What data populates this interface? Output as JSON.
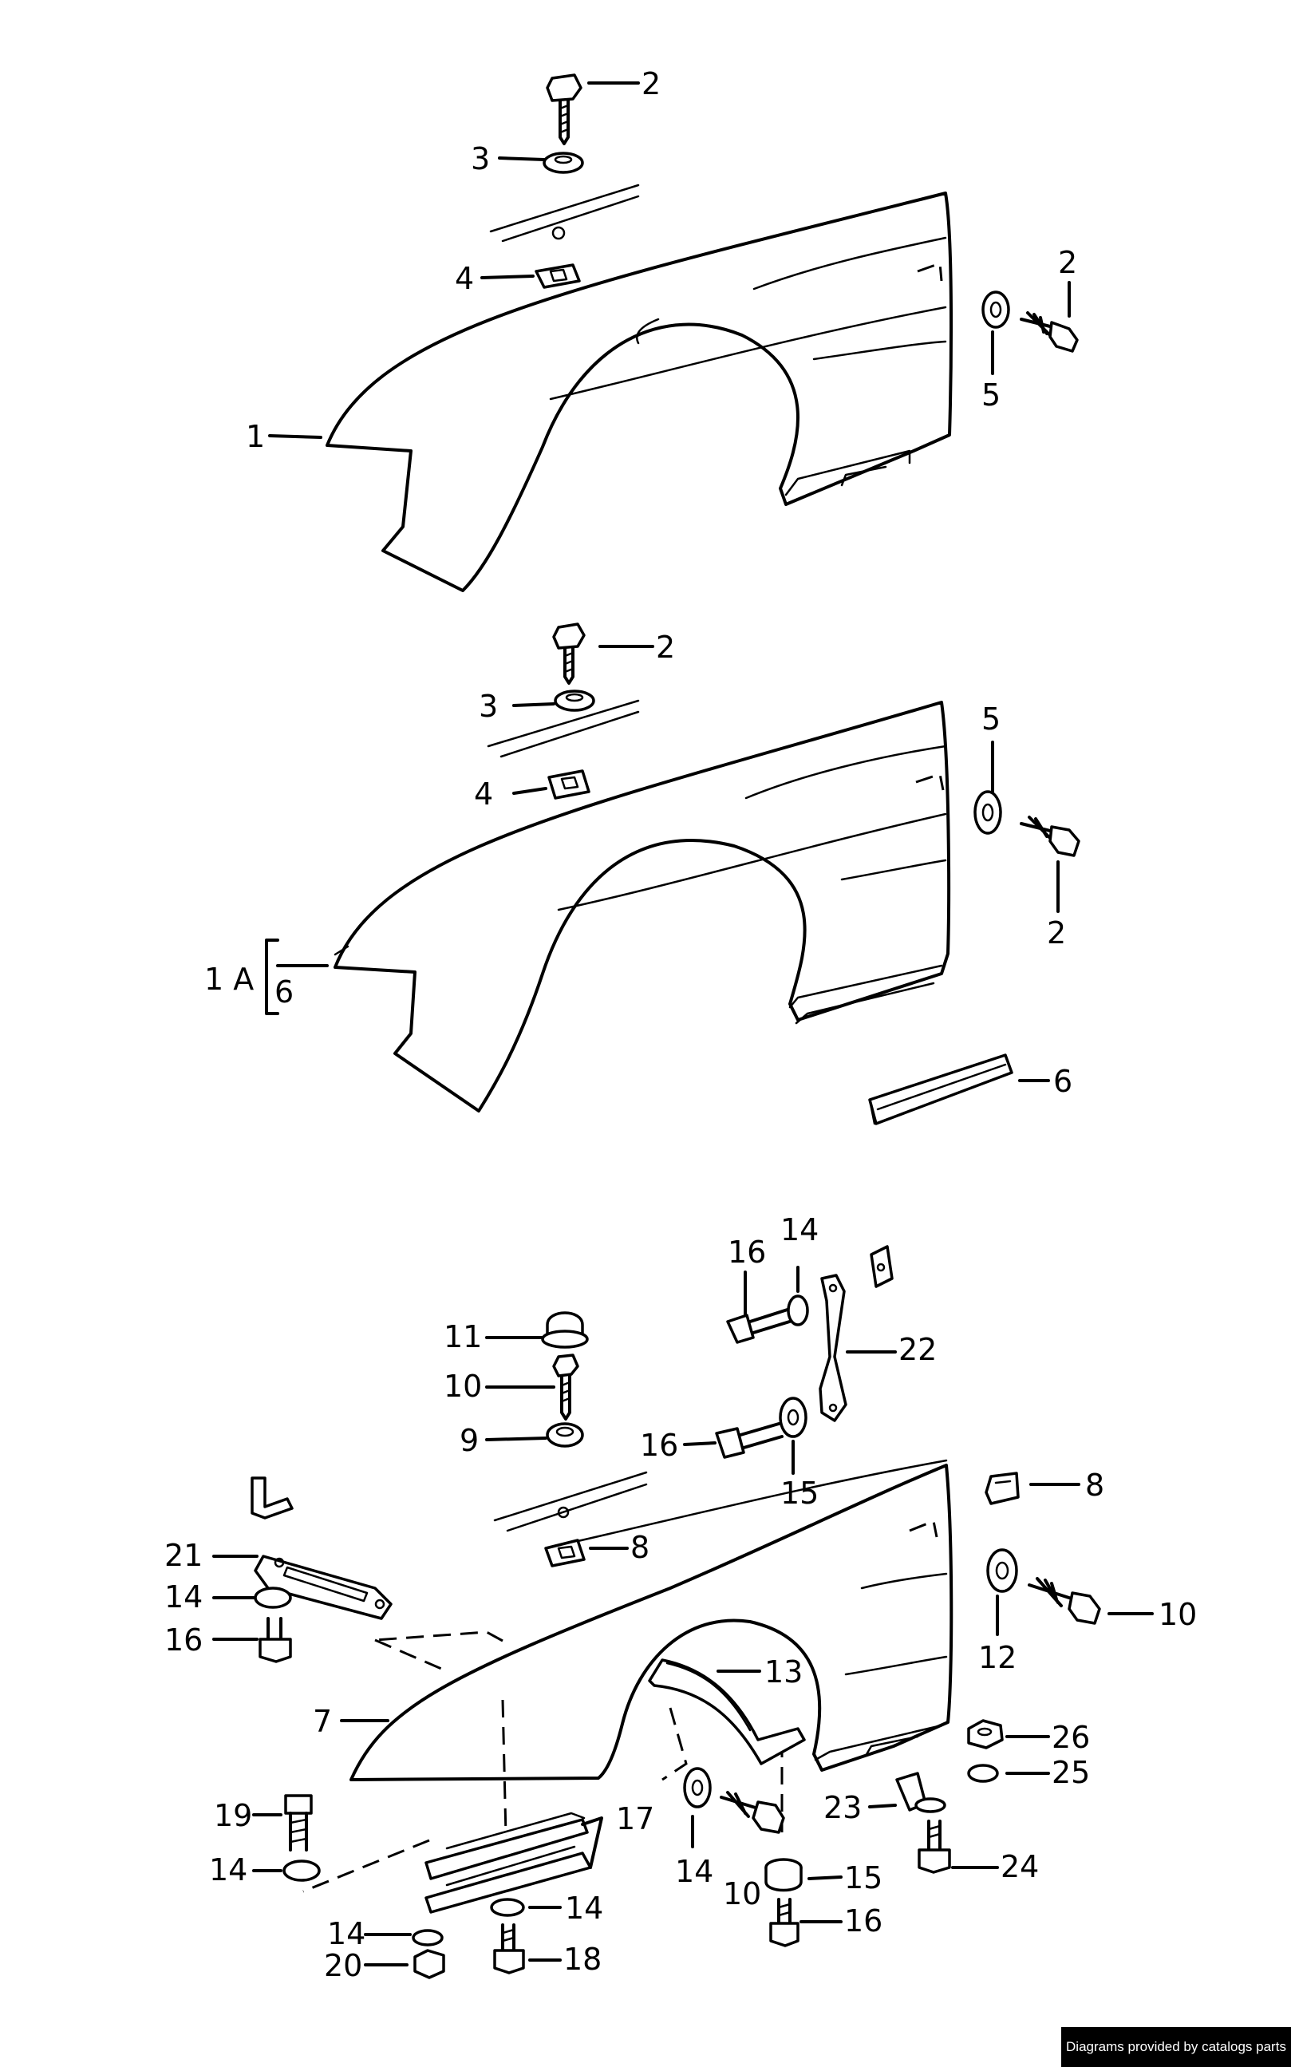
{
  "callouts": {
    "t_2a": "2",
    "t_3a": "3",
    "t_4a": "4",
    "t_2b": "2",
    "t_5a": "5",
    "t_1": "1",
    "t_2c": "2",
    "t_3b": "3",
    "t_4b": "4",
    "t_5b": "5",
    "t_2d": "2",
    "t_1a": "1 A",
    "t_6a": "6",
    "t_6b": "6",
    "t_16a": "16",
    "t_14a": "14",
    "t_22": "22",
    "t_11": "11",
    "t_10a": "10",
    "t_9": "9",
    "t_16b": "16",
    "t_15a": "15",
    "t_8a": "8",
    "t_8b": "8",
    "t_21": "21",
    "t_14b": "14",
    "t_16c": "16",
    "t_10b": "10",
    "t_12": "12",
    "t_7": "7",
    "t_13": "13",
    "t_26": "26",
    "t_25": "25",
    "t_19": "19",
    "t_17": "17",
    "t_23": "23",
    "t_14c": "14",
    "t_14d": "14",
    "t_10c": "10",
    "t_15b": "15",
    "t_24": "24",
    "t_14e": "14",
    "t_16d": "16",
    "t_20": "20",
    "t_18": "18"
  },
  "credit": "Diagrams provided by catalogs parts"
}
